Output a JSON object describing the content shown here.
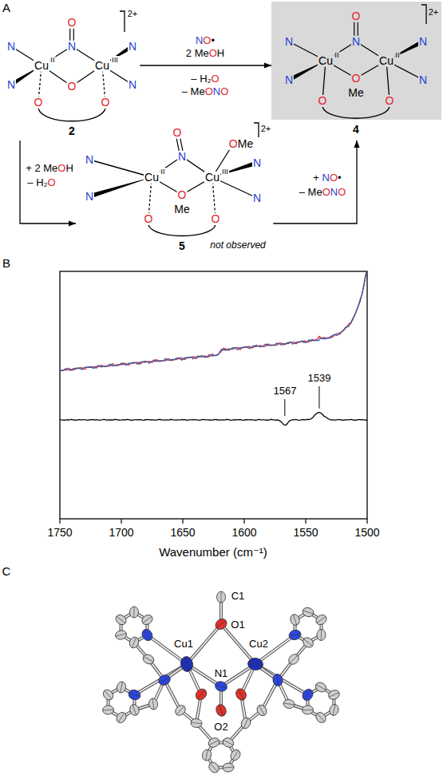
{
  "diagram": {
    "nodes": [
      {
        "text": [
          "O",
          "2+",
          "N",
          "N",
          "N",
          "Cu",
          "II",
          "Cu",
          "III",
          "N",
          "O",
          "N",
          "O",
          "O",
          "2"
        ]
      },
      {
        "text": [
          "O",
          "2+",
          "N",
          "N",
          "N",
          "Cu",
          "II",
          "Cu",
          "II",
          "O",
          "N",
          "N",
          "Me",
          "O",
          "O",
          "4"
        ]
      },
      {
        "text": [
          "O",
          "2+",
          "OMe",
          "N",
          "N",
          "N",
          "Cu",
          "II",
          "Cu",
          "III",
          "O",
          "N",
          "N",
          "Me",
          "O",
          "O",
          "5",
          "not observed"
        ]
      }
    ],
    "edges": [
      {
        "from": 0,
        "to": 1,
        "arrow": "to"
      },
      {
        "from": 0,
        "to": 2,
        "arrow": "to"
      },
      {
        "from": 2,
        "to": 1,
        "arrow": "to"
      }
    ],
    "labels": [
      "A",
      "NO•",
      "2 MeOH",
      "– H₂O",
      "– MeONO",
      "+ 2 MeOH",
      "– H₂O",
      "+ NO•",
      "– MeONO",
      "B",
      "1567",
      "1539",
      "1750",
      "1700",
      "1650",
      "1600",
      "1550",
      "1500",
      "Wavenumber (cm⁻¹)",
      "C",
      "C1",
      "O1",
      "Cu1",
      "Cu2",
      "N1",
      "O2"
    ]
  }
}
